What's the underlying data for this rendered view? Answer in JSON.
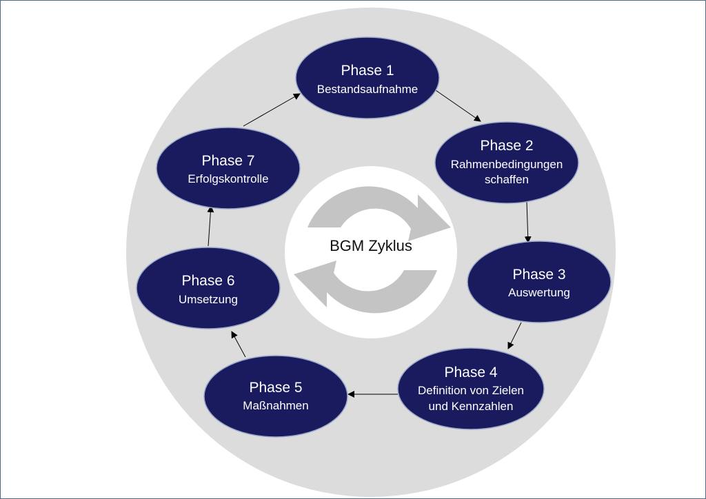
{
  "diagram": {
    "center_label": "BGM Zyklus",
    "colors": {
      "outer_ring": "#dcdcdc",
      "inner_disc": "#ffffff",
      "cycle_arrows": "#c4c4c4",
      "node_fill": "#1a1a5e",
      "node_stroke": "#9aa8c8",
      "edge": "#000000"
    },
    "center_icon": "refresh-cycle-icon",
    "phases": [
      {
        "title": "Phase 1",
        "line1": "Bestandsaufnahme",
        "line2": ""
      },
      {
        "title": "Phase 2",
        "line1": "Rahmenbedingungen",
        "line2": "schaffen"
      },
      {
        "title": "Phase 3",
        "line1": "Auswertung",
        "line2": ""
      },
      {
        "title": "Phase 4",
        "line1": "Definition von Zielen",
        "line2": "und Kennzahlen"
      },
      {
        "title": "Phase 5",
        "line1": "Maßnahmen",
        "line2": ""
      },
      {
        "title": "Phase 6",
        "line1": "Umsetzung",
        "line2": ""
      },
      {
        "title": "Phase 7",
        "line1": "Erfolgskontrolle",
        "line2": ""
      }
    ],
    "edges": [
      {
        "from": "Phase 1",
        "to": "Phase 2"
      },
      {
        "from": "Phase 2",
        "to": "Phase 3"
      },
      {
        "from": "Phase 3",
        "to": "Phase 4"
      },
      {
        "from": "Phase 4",
        "to": "Phase 5"
      },
      {
        "from": "Phase 5",
        "to": "Phase 6"
      },
      {
        "from": "Phase 6",
        "to": "Phase 7"
      },
      {
        "from": "Phase 7",
        "to": "Phase 1"
      }
    ]
  }
}
